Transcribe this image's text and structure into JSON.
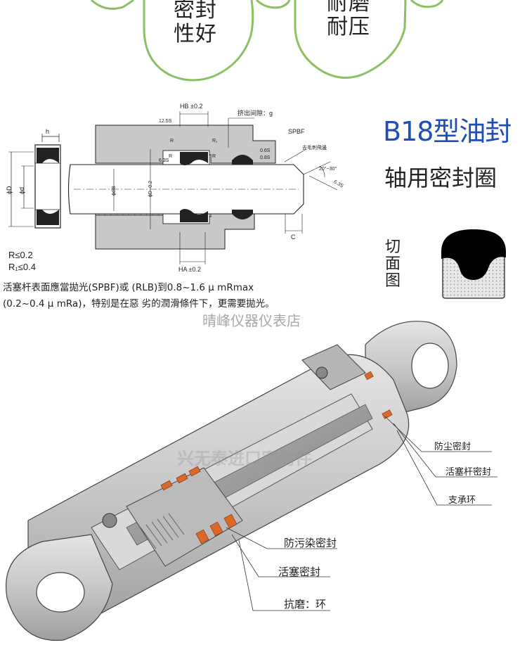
{
  "badges": [
    {
      "line1": "密封",
      "line2": "性好"
    },
    {
      "line1": "耐磨",
      "line2": "耐压"
    }
  ],
  "colors": {
    "badge_outline": "#8cc063",
    "title_blue": "#1f4fb4",
    "seal_orange": "#d9682b"
  },
  "product": {
    "model": "B18型油封",
    "type": "轴用密封圈",
    "section_label": "切面图"
  },
  "drawing": {
    "h": "h",
    "phi_D": "ϕD",
    "phi_d": "ϕd",
    "HB": "HB ±0.2",
    "HA": "HA ±0.2",
    "s125": "12.5S",
    "R": "R",
    "R1": "R₁",
    "s63": "6.3S",
    "phi_df8": "ϕdf8",
    "phi_D_tol": "ϕD -0.2",
    "gap": "挤出间隙：g",
    "spbf": "SPBF",
    "s06": "0.6S",
    "s08": "0.8S",
    "deburr": "去毛刺飛邊",
    "angle": "20°~30°",
    "s63b": "6.3S",
    "c": "C",
    "r_note1": "R≤0.2",
    "r_note2": "R₁≤0.4"
  },
  "note": {
    "line1": "活塞杆表面應當拋光(SPBF)或 (RLB)到0.8~1.6 μ mRmax",
    "line2": "(0.2~0.4 μ mRa)，特别是在惡 劣的潤滑條件下，更需要拋光。"
  },
  "store_name": "晴峰仪器仪表店",
  "watermark": "兴无泰进口密封件",
  "callouts": {
    "dust_seal": "防尘密封",
    "rod_seal": "活塞杆密封",
    "support_ring": "支承环",
    "anti_contamination_seal": "防污染密封",
    "piston_seal": "活塞密封",
    "wear_ring": "抗磨：环"
  }
}
